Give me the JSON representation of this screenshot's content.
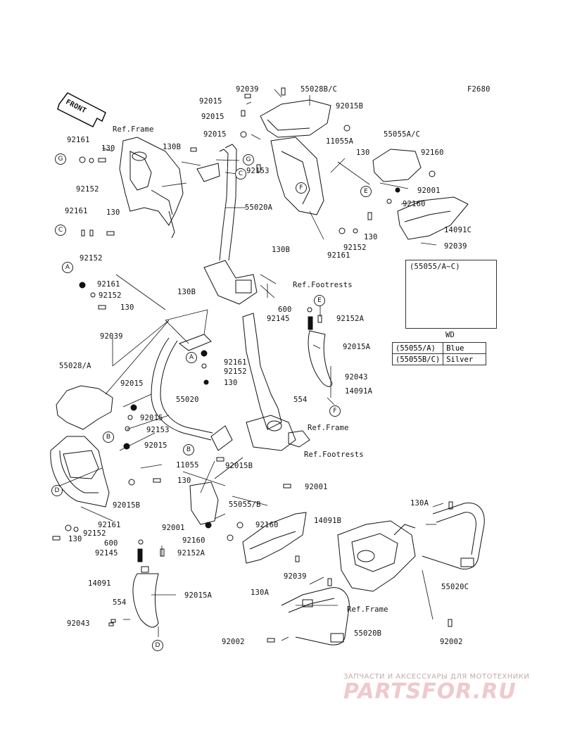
{
  "figure_code": "F2680",
  "front_marker": "FRONT",
  "parts": [
    {
      "text": "92039"
    },
    {
      "text": "55028B/C"
    },
    {
      "text": "92015"
    },
    {
      "text": "92015B"
    },
    {
      "text": "92015"
    },
    {
      "text": "92015"
    },
    {
      "text": "55055A/C"
    },
    {
      "text": "11055A"
    },
    {
      "text": "130B"
    },
    {
      "text": "130"
    },
    {
      "text": "92160"
    },
    {
      "text": "92153"
    },
    {
      "text": "92001"
    },
    {
      "text": "55020A"
    },
    {
      "text": "92160"
    },
    {
      "text": "130"
    },
    {
      "text": "14091C"
    },
    {
      "text": "92152"
    },
    {
      "text": "92161"
    },
    {
      "text": "92039"
    },
    {
      "text": "130B"
    },
    {
      "text": "92161"
    },
    {
      "text": "130"
    },
    {
      "text": "92152"
    },
    {
      "text": "92161"
    },
    {
      "text": "130"
    },
    {
      "text": "92152"
    },
    {
      "text": "92161"
    },
    {
      "text": "92152"
    },
    {
      "text": "130"
    },
    {
      "text": "130B"
    },
    {
      "text": "600"
    },
    {
      "text": "92145"
    },
    {
      "text": "92152A"
    },
    {
      "text": "92015A"
    },
    {
      "text": "92039"
    },
    {
      "text": "92043"
    },
    {
      "text": "55028/A"
    },
    {
      "text": "92015"
    },
    {
      "text": "14091A"
    },
    {
      "text": "554"
    },
    {
      "text": "92161"
    },
    {
      "text": "92152"
    },
    {
      "text": "130"
    },
    {
      "text": "55020"
    },
    {
      "text": "92015"
    },
    {
      "text": "92153"
    },
    {
      "text": "92015"
    },
    {
      "text": "11055"
    },
    {
      "text": "92015B"
    },
    {
      "text": "130"
    },
    {
      "text": "92001"
    },
    {
      "text": "92015B"
    },
    {
      "text": "55055/B"
    },
    {
      "text": "130A"
    },
    {
      "text": "92001"
    },
    {
      "text": "92160"
    },
    {
      "text": "14091B"
    },
    {
      "text": "92161"
    },
    {
      "text": "92152"
    },
    {
      "text": "130"
    },
    {
      "text": "92160"
    },
    {
      "text": "600"
    },
    {
      "text": "92145"
    },
    {
      "text": "92152A"
    },
    {
      "text": "92039"
    },
    {
      "text": "55020C"
    },
    {
      "text": "14091"
    },
    {
      "text": "92015A"
    },
    {
      "text": "130A"
    },
    {
      "text": "554"
    },
    {
      "text": "92043"
    },
    {
      "text": "55020B"
    },
    {
      "text": "92002"
    },
    {
      "text": "92002"
    }
  ],
  "references": [
    {
      "text": "Ref.Frame"
    },
    {
      "text": "Ref.Footrests"
    },
    {
      "text": "Ref.Frame"
    },
    {
      "text": "Ref.Footrests"
    },
    {
      "text": "Ref.Frame"
    }
  ],
  "callouts": [
    {
      "letter": "G"
    },
    {
      "letter": "G"
    },
    {
      "letter": "C"
    },
    {
      "letter": "C"
    },
    {
      "letter": "F"
    },
    {
      "letter": "E"
    },
    {
      "letter": "A"
    },
    {
      "letter": "E"
    },
    {
      "letter": "A"
    },
    {
      "letter": "F"
    },
    {
      "letter": "B"
    },
    {
      "letter": "B"
    },
    {
      "letter": "D"
    },
    {
      "letter": "D"
    }
  ],
  "inset": {
    "title": "(55055/A~C)",
    "caption": "WD"
  },
  "color_table": [
    {
      "part": "(55055/A)",
      "color": "Blue"
    },
    {
      "part": "(55055B/C)",
      "color": "Silver"
    }
  ],
  "watermark": {
    "tagline": "ЗАПЧАСТИ И АКСЕССУАРЫ ДЛЯ МОТОТЕХНИКИ",
    "logo": "PARTSFOR.RU",
    "logo_color": "#efc9cc"
  }
}
